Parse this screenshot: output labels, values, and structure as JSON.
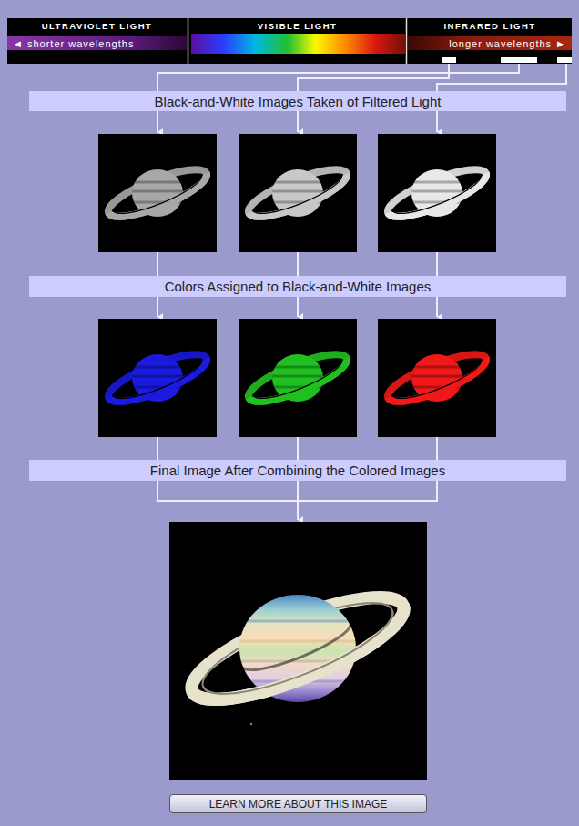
{
  "diagram": {
    "nodes": [
      {
        "text": [
          "ULTRAVIOLET LIGHT",
          "◄ shorter wavelengths"
        ]
      },
      {
        "text": [
          "VISIBLE LIGHT"
        ]
      },
      {
        "text": [
          "INFRARED LIGHT",
          "longer wavelengths ►"
        ]
      },
      {
        "text": [
          "Black-and-White Images Taken of Filtered Light"
        ]
      },
      {
        "text": [
          "Colors Assigned to Black-and-White Images"
        ]
      },
      {
        "text": [
          "Final Image After Combining the Colored Images"
        ]
      },
      {
        "text": [
          "LEARN MORE ABOUT THIS IMAGE"
        ]
      }
    ],
    "edges": [
      {
        "from": 2,
        "to": 3,
        "arrow": "none"
      }
    ]
  }
}
